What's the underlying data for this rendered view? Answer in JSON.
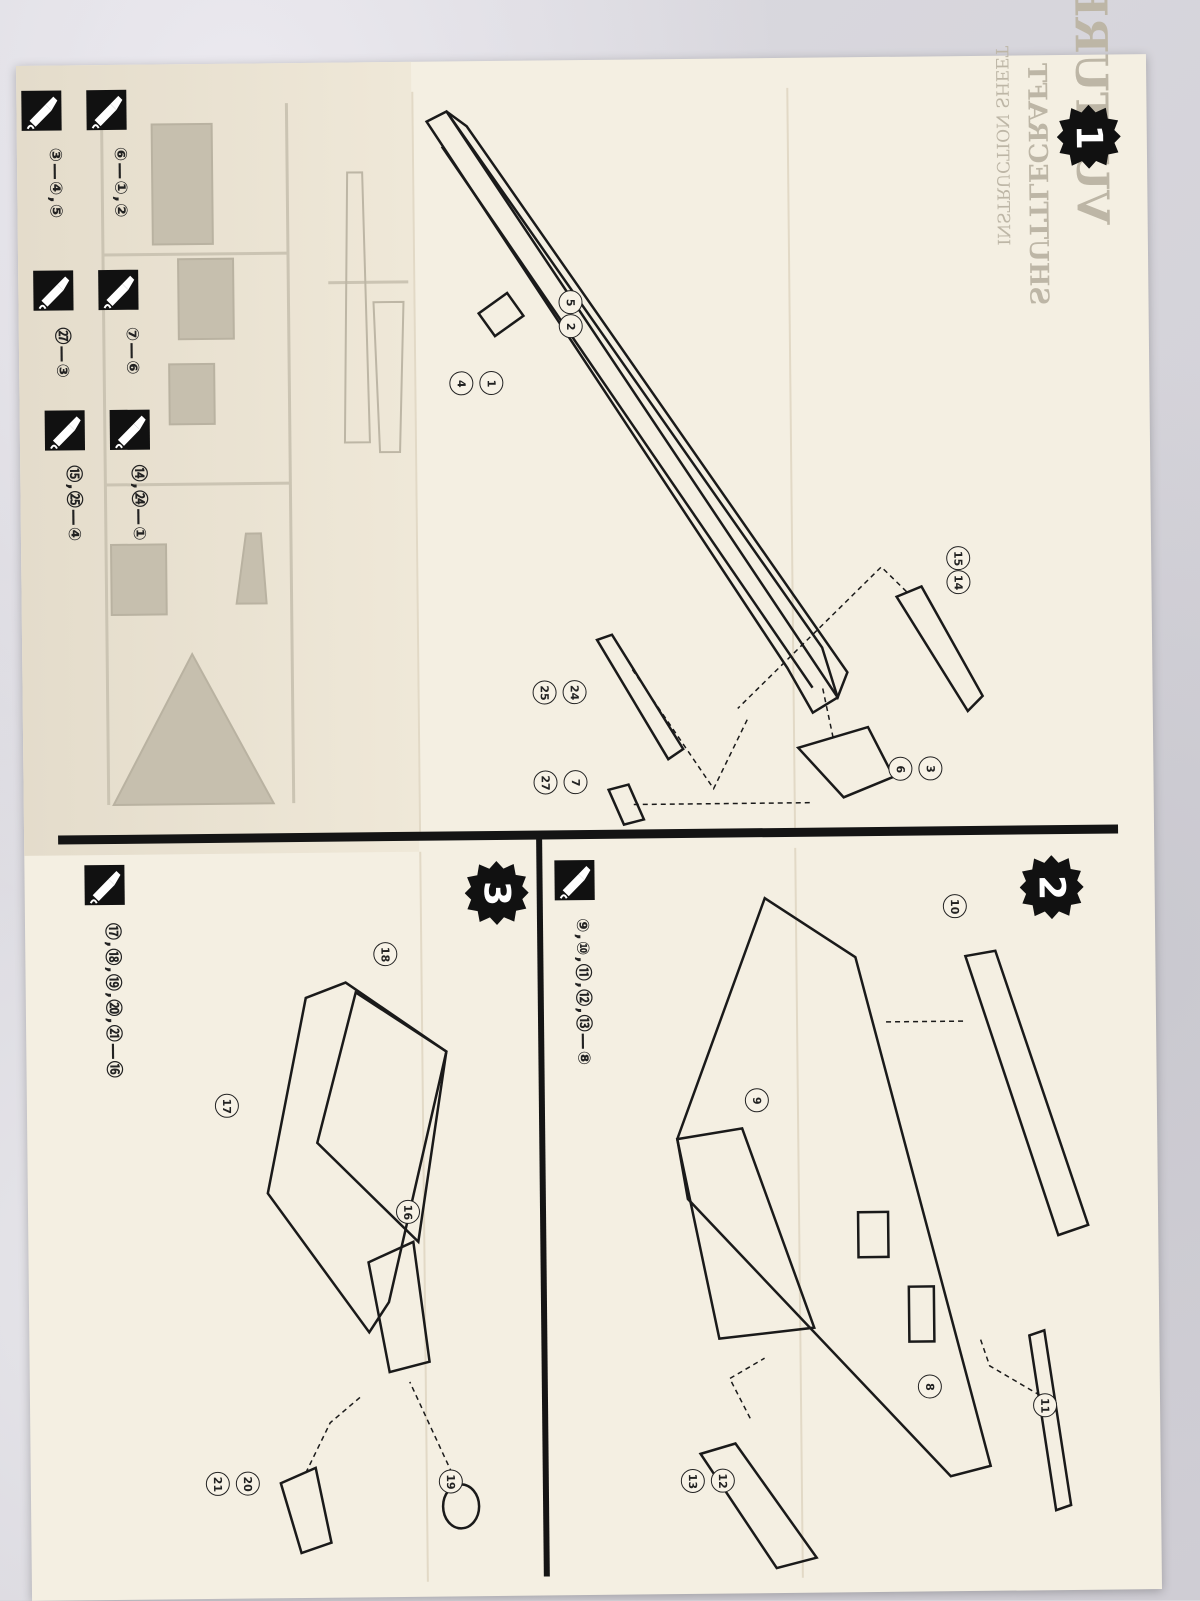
{
  "steps": {
    "step1": {
      "number": "1"
    },
    "step2": {
      "number": "2"
    },
    "step3": {
      "number": "3"
    }
  },
  "glue_sequences": {
    "s1": "⑥—①,②",
    "s2": "⑦—⑥",
    "s3": "⑭,㉔—①",
    "s4": "③—④,⑤",
    "s5": "㉗—③",
    "s6": "⑮,㉕—④",
    "s7": "⑨,⑩,⑪,⑫,⑬—⑧",
    "s8": "⑰,⑱,⑲,⑳,㉑—⑯"
  },
  "callouts": {
    "step1": [
      {
        "id": "p5",
        "label": "5"
      },
      {
        "id": "p2",
        "label": "2"
      },
      {
        "id": "p1",
        "label": "1"
      },
      {
        "id": "p4",
        "label": "4"
      },
      {
        "id": "p15",
        "label": "15"
      },
      {
        "id": "p14",
        "label": "14"
      },
      {
        "id": "p24",
        "label": "24"
      },
      {
        "id": "p25",
        "label": "25"
      },
      {
        "id": "p7",
        "label": "7"
      },
      {
        "id": "p27",
        "label": "27"
      },
      {
        "id": "p3",
        "label": "3"
      },
      {
        "id": "p6",
        "label": "6"
      }
    ],
    "step2": [
      {
        "id": "p10",
        "label": "10"
      },
      {
        "id": "p9",
        "label": "9"
      },
      {
        "id": "p8",
        "label": "8"
      },
      {
        "id": "p11",
        "label": "11"
      },
      {
        "id": "p12",
        "label": "12"
      },
      {
        "id": "p13",
        "label": "13"
      }
    ],
    "step3": [
      {
        "id": "p18",
        "label": "18"
      },
      {
        "id": "p17",
        "label": "17"
      },
      {
        "id": "p16",
        "label": "16"
      },
      {
        "id": "p19",
        "label": "19"
      },
      {
        "id": "p20",
        "label": "20"
      },
      {
        "id": "p21",
        "label": "21"
      }
    ]
  },
  "show_through": {
    "title": "VULTURE",
    "subtitle": "SHUTTLECRAFT",
    "heading": "INSTRUCTION SHEET"
  },
  "colors": {
    "paper": "#f4efe2",
    "ink": "#141414"
  }
}
